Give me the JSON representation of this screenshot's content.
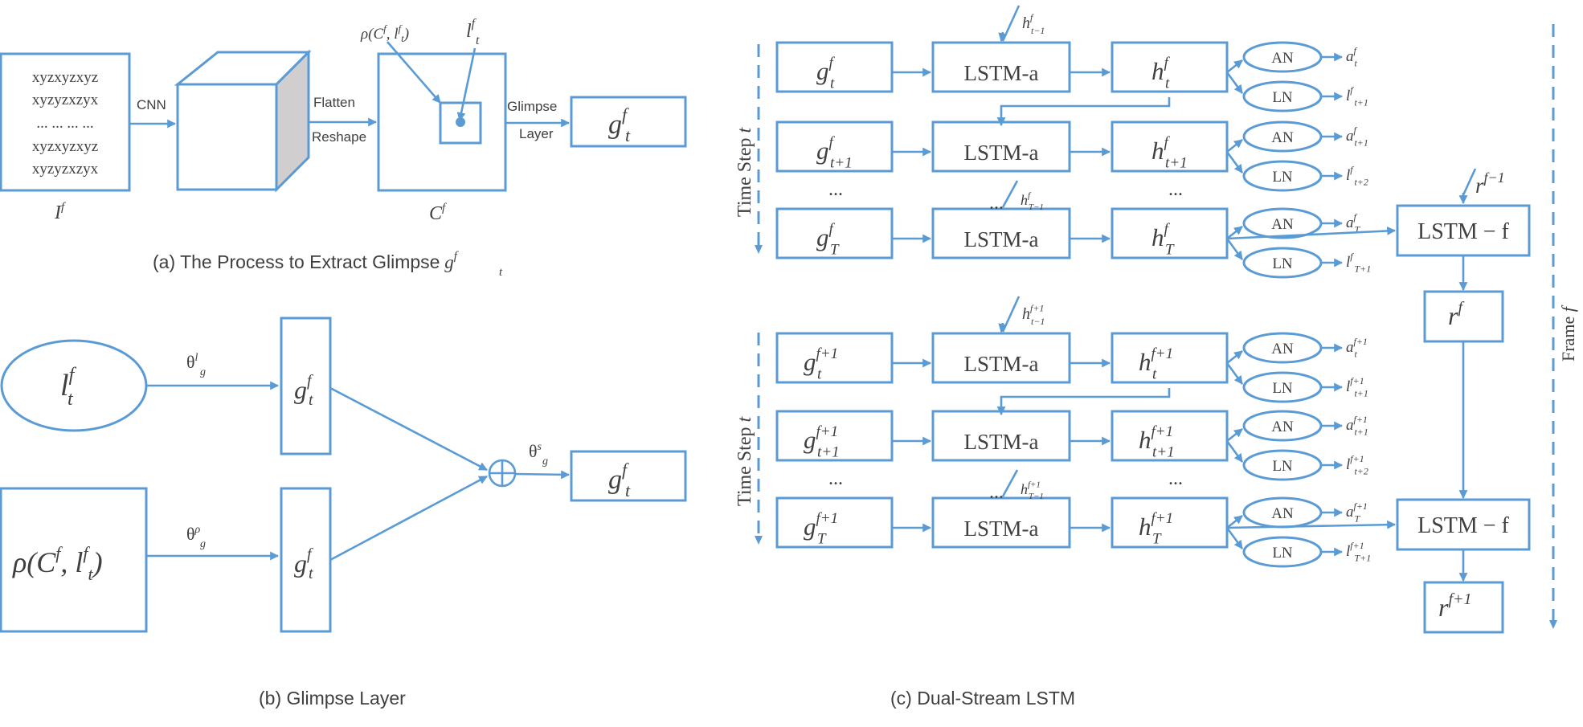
{
  "panel_a": {
    "matrix_lines": [
      "xyzxyzxyz",
      "xyzyzxzyx",
      "... ... ... ...",
      "xyzxyzxyz",
      "xyzyzxzyx"
    ],
    "image_label": "I",
    "image_label_sup": "f",
    "cnn_label": "CNN",
    "flatten_label": "Flatten",
    "reshape_label": "Reshape",
    "rho_label": "ρ(C",
    "l_label": "l",
    "c_label": "C",
    "c_label_sup": "f",
    "glimpse_layer_label_1": "Glimpse",
    "glimpse_layer_label_2": "Layer",
    "output_label": "g",
    "caption_prefix": "(a) The Process to Extract Glimpse"
  },
  "panel_b": {
    "l_label": "l",
    "rho_label": "ρ(C",
    "g_label": "g",
    "theta_g_l": "θ",
    "theta_g_rho": "θ",
    "theta_g_s": "θ",
    "plus_symbol": "⊕",
    "caption": "(b) Glimpse Layer"
  },
  "panel_c": {
    "lstm_a_label": "LSTM-a",
    "lstm_f_label": "LSTM − f",
    "an_label": "AN",
    "ln_label": "LN",
    "ellipsis": "...",
    "time_step_label": "Time Step t",
    "frame_label": "Frame f",
    "caption": "(c) Dual-Stream LSTM",
    "g_letter": "g",
    "h_letter": "h",
    "a_letter": "a",
    "l_letter": "l",
    "r_letter": "r"
  }
}
